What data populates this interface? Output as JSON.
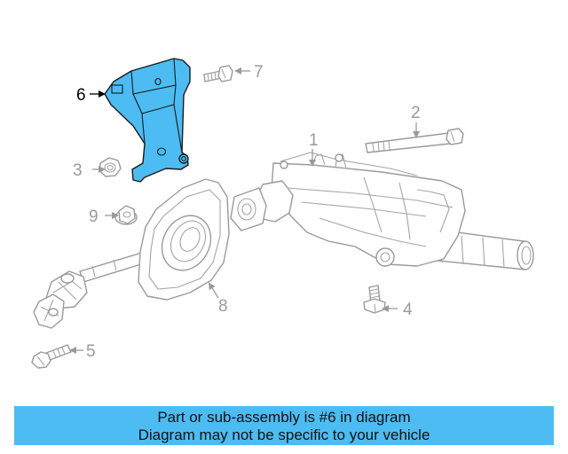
{
  "highlight_color": "#4cbcf2",
  "callouts": {
    "c1": "1",
    "c2": "2",
    "c3": "3",
    "c4": "4",
    "c5": "5",
    "c6": "6",
    "c7": "7",
    "c8": "8",
    "c9": "9"
  },
  "banner": {
    "line1": "Part or sub-assembly is #6 in diagram",
    "line2": "Diagram may not be specific to your vehicle"
  }
}
